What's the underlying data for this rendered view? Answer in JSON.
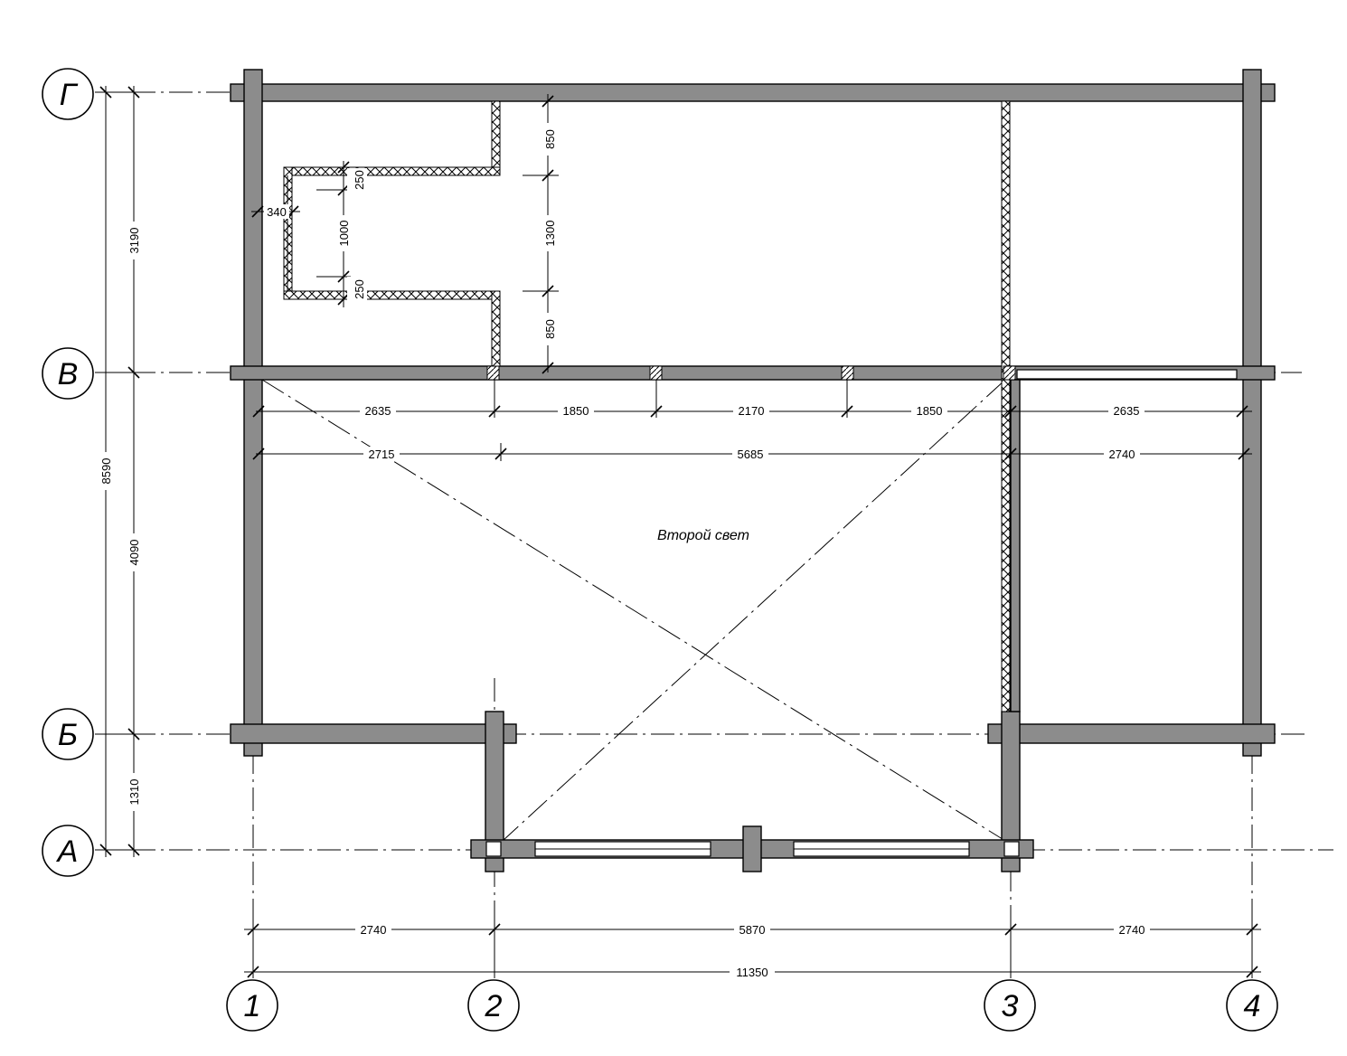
{
  "axes": {
    "rows": [
      "Г",
      "В",
      "Б",
      "А"
    ],
    "cols": [
      "1",
      "2",
      "3",
      "4"
    ]
  },
  "room_label": "Второй свет",
  "dimensions": {
    "left_overall": "8590",
    "left_parts": [
      "3190",
      "4090",
      "1310"
    ],
    "bottom_parts": [
      "2740",
      "5870",
      "2740"
    ],
    "bottom_overall": "11350",
    "row1": [
      "2635",
      "1850",
      "2170",
      "1850",
      "2635"
    ],
    "row2": [
      "2715",
      "5685",
      "2740"
    ],
    "stair_width": "340",
    "stair_vertical": [
      "250",
      "1000",
      "250"
    ],
    "right_vertical": [
      "850",
      "1300",
      "850"
    ]
  },
  "colors": {
    "wall": "#8c8c8c",
    "line": "#000000"
  }
}
